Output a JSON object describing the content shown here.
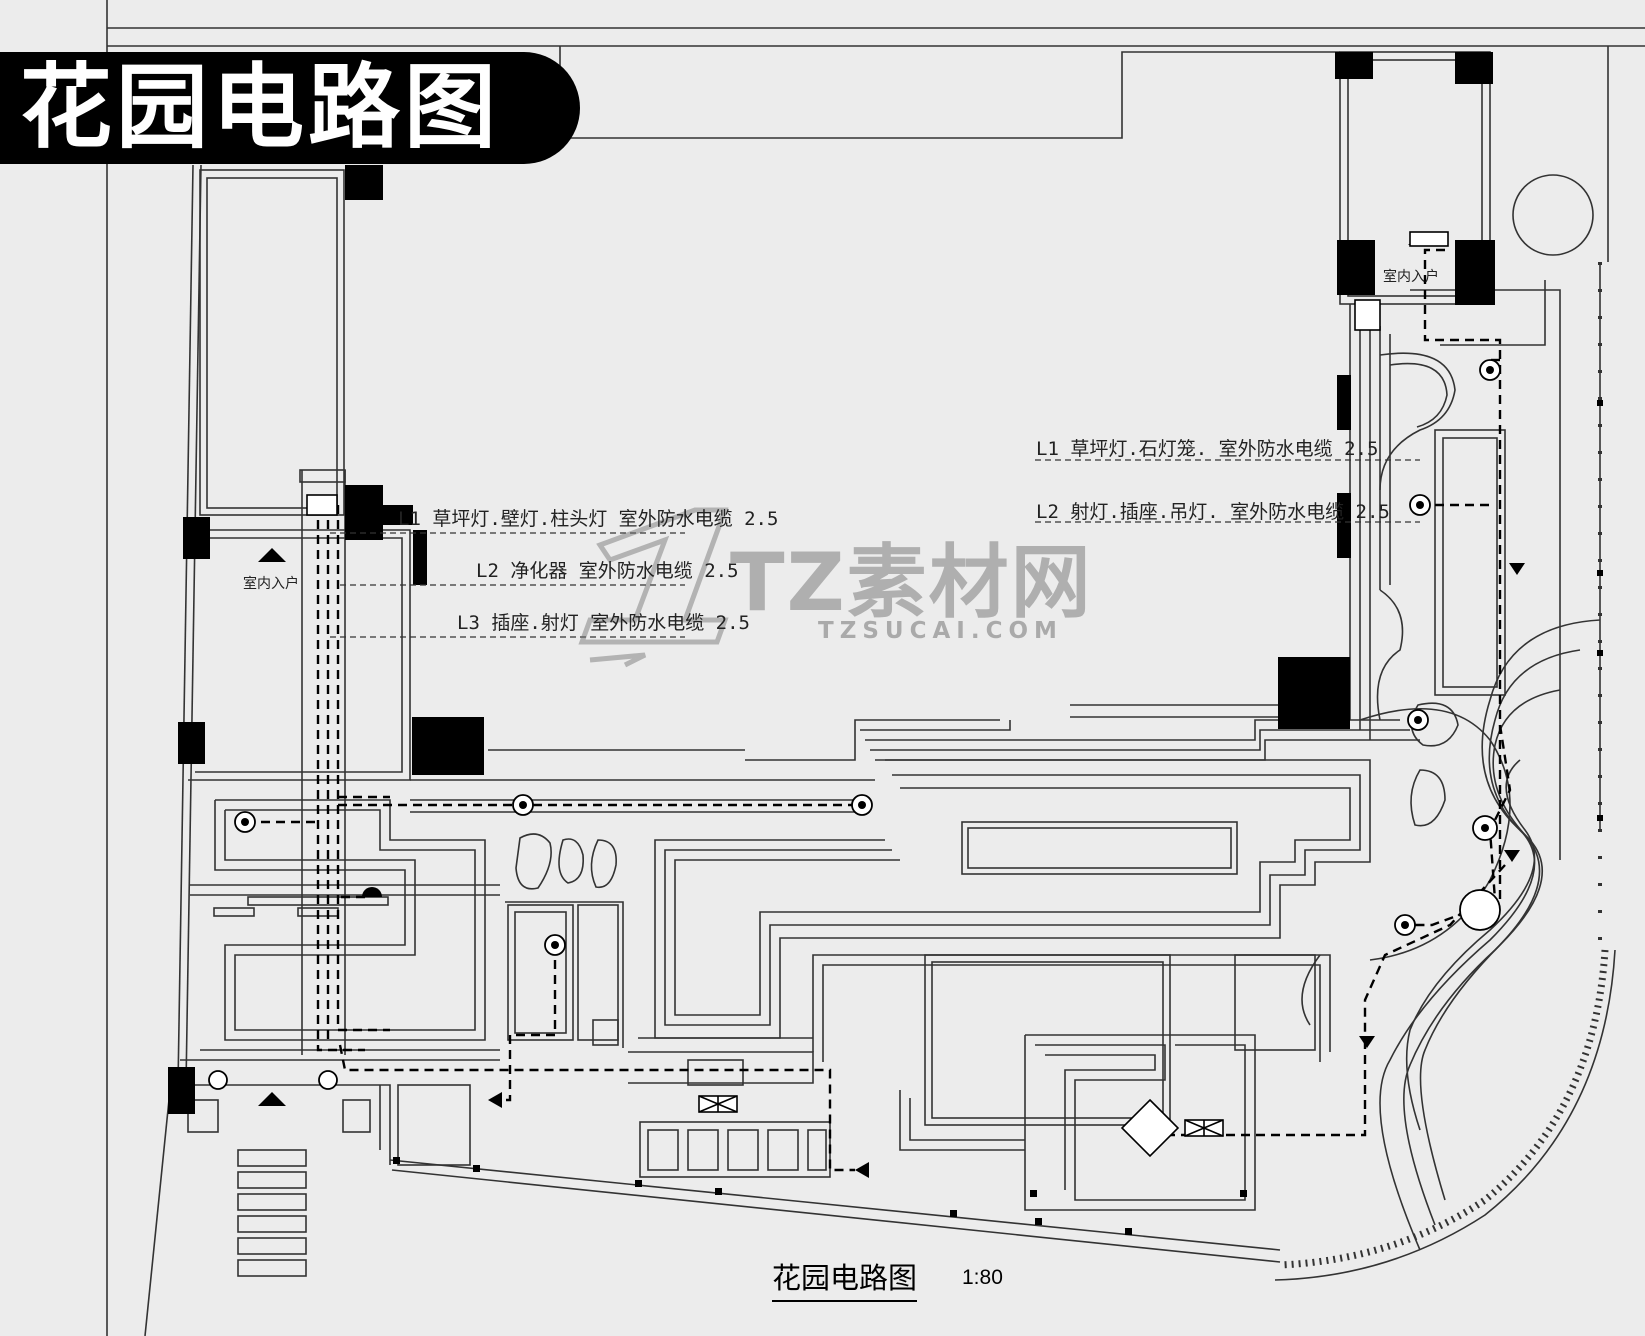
{
  "banner": {
    "title": "花园电路图"
  },
  "left_notes": [
    "L1  草坪灯.壁灯.柱头灯  室外防水电缆 2.5",
    "L2  净化器  室外防水电缆 2.5",
    "L3  插座.射灯  室外防水电缆 2.5"
  ],
  "right_notes": [
    "L1  草坪灯.石灯笼.  室外防水电缆 2.5",
    "L2  射灯.插座.吊灯.  室外防水电缆 2.5"
  ],
  "room_labels": {
    "left_entry": "室内入户",
    "right_entry": "室内入户"
  },
  "watermark": {
    "main": "TZ素材网",
    "sub": "TZSUCAI.COM"
  },
  "caption": {
    "title": "花园电路图",
    "scale": "1:80"
  },
  "colors": {
    "background": "#ececec",
    "ink": "#000000",
    "line": "#333333",
    "watermark": "#777777"
  }
}
